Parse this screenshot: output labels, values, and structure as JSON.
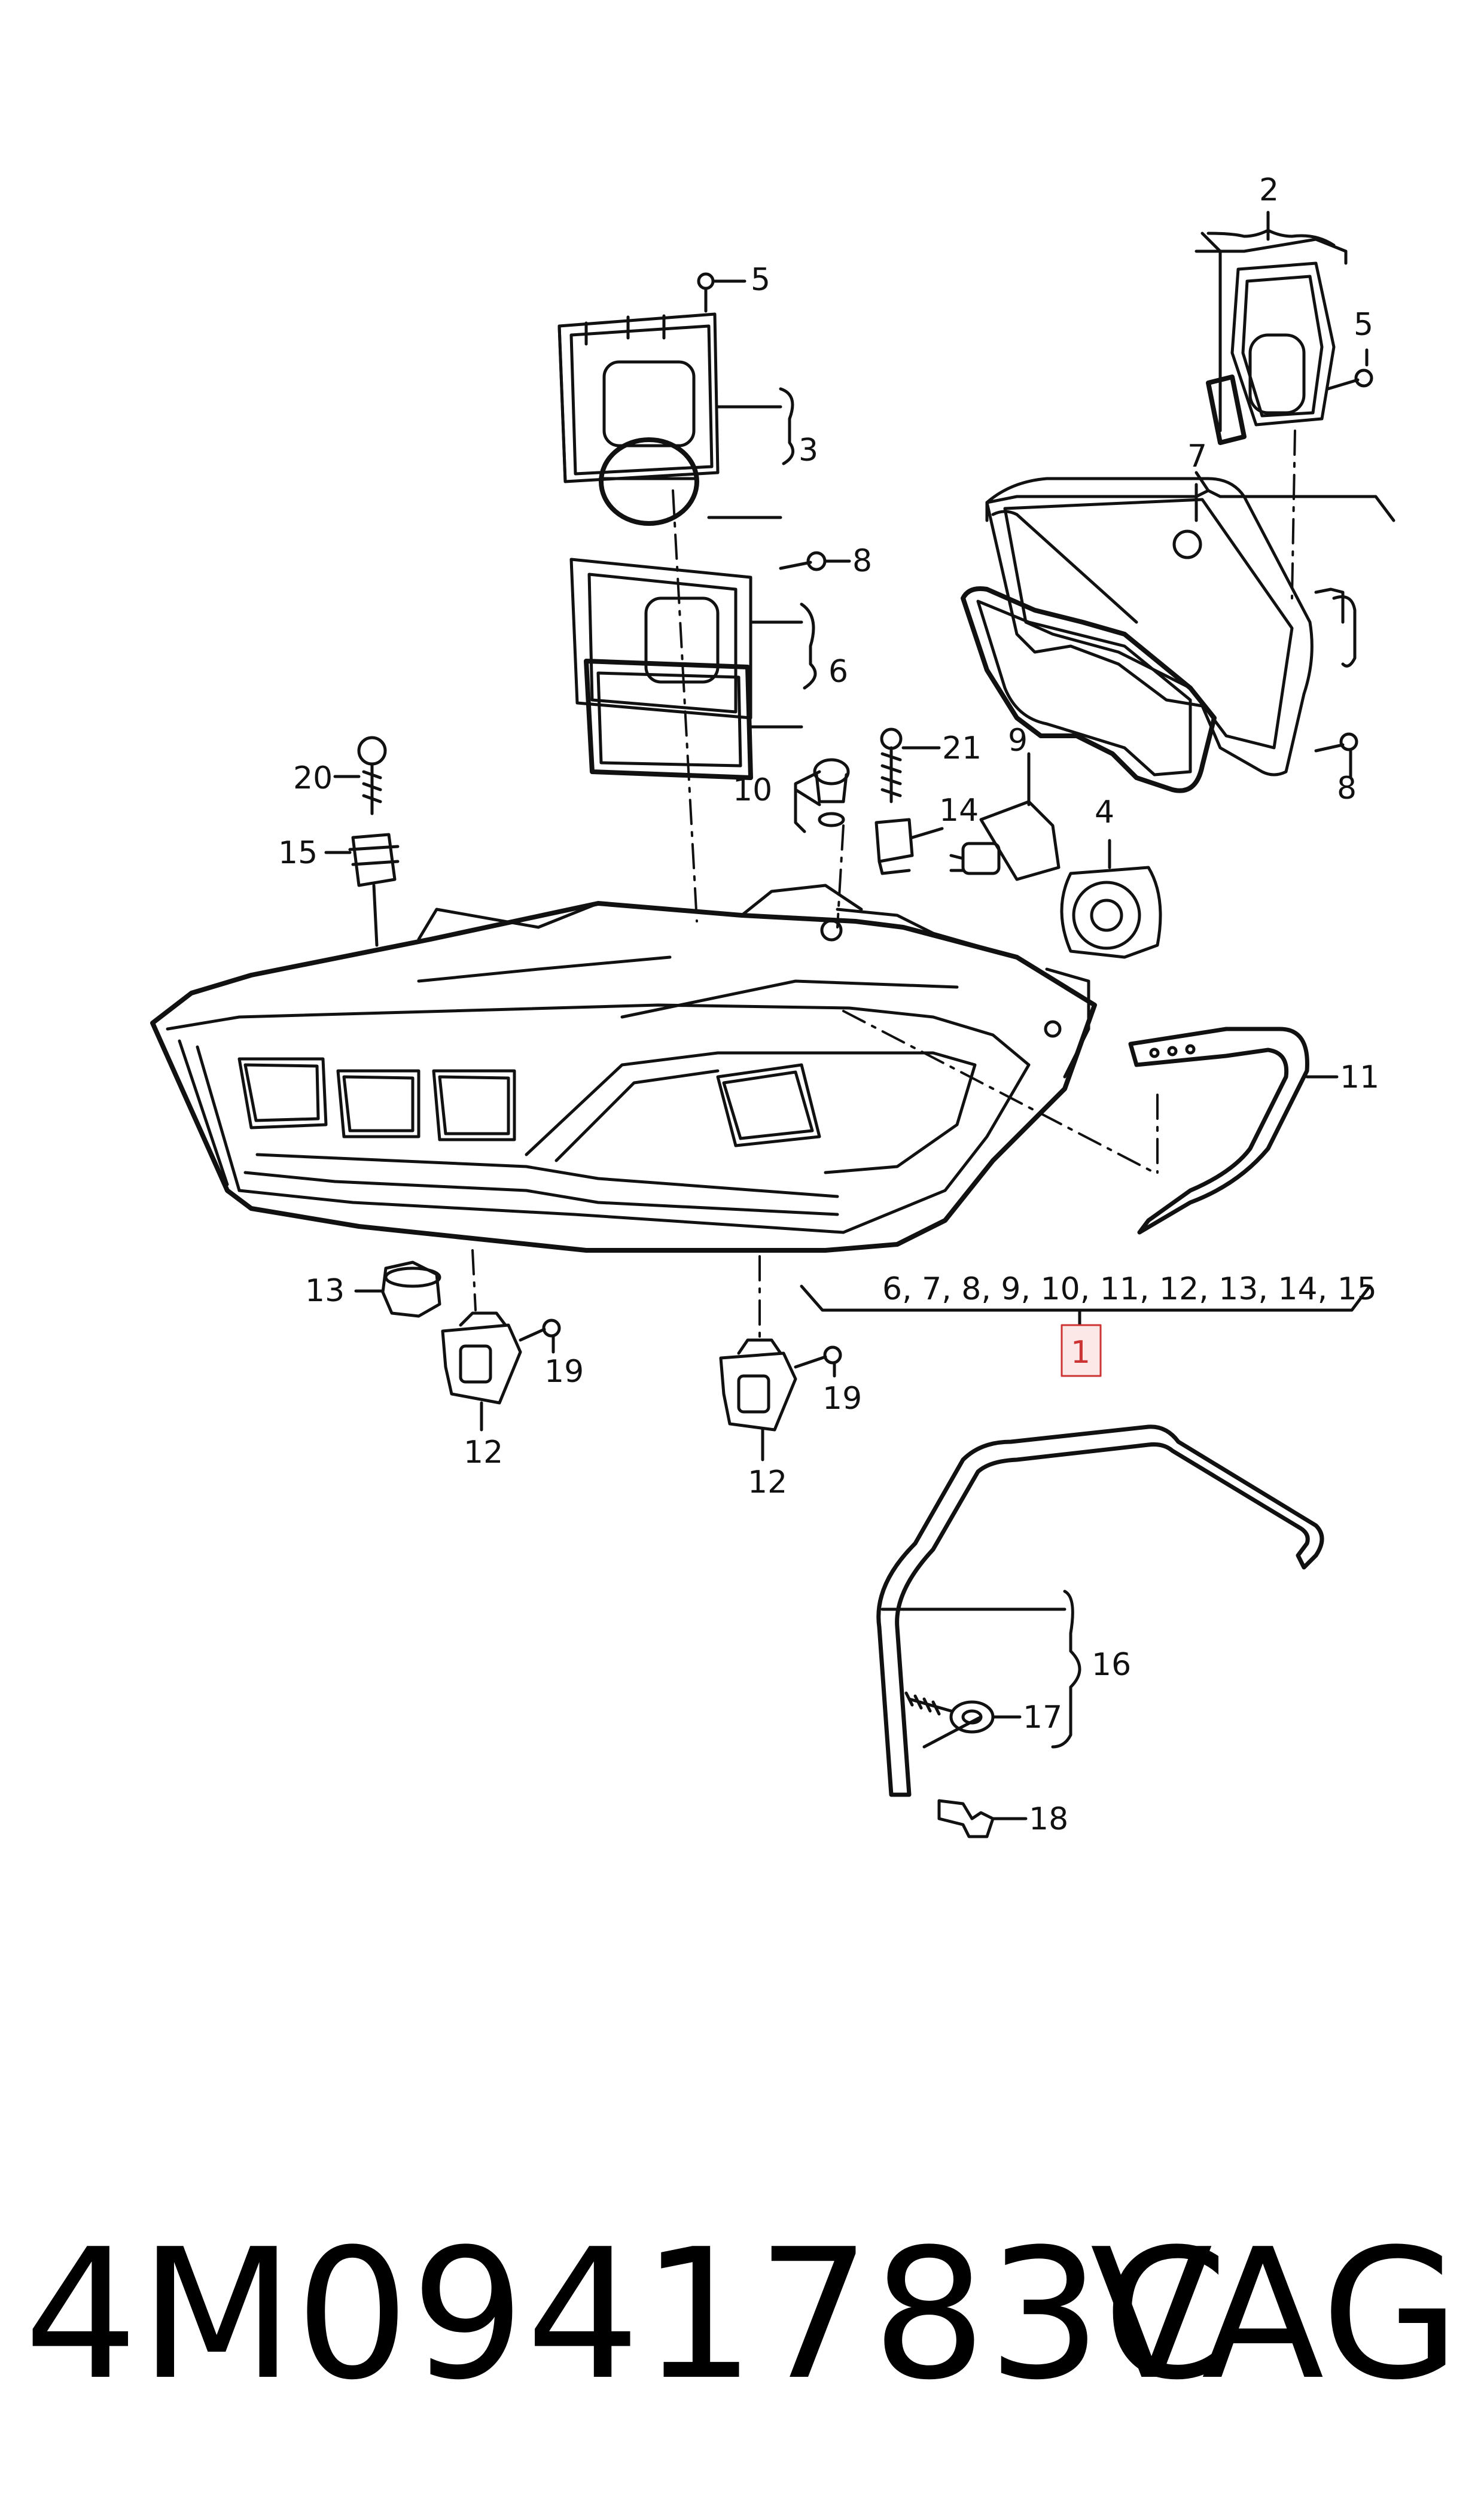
{
  "diagram": {
    "callouts": {
      "c1": "1",
      "c2": "2",
      "c3": "3",
      "c4": "4",
      "c5a": "5",
      "c5b": "5",
      "c6": "6",
      "c7": "7",
      "c8a": "8",
      "c8b": "8",
      "c9": "9",
      "c10": "10",
      "c11": "11",
      "c12a": "12",
      "c12b": "12",
      "c13": "13",
      "c14": "14",
      "c15": "15",
      "c16": "16",
      "c17": "17",
      "c18": "18",
      "c19a": "19",
      "c19b": "19",
      "c20": "20",
      "c21": "21",
      "group": "6, 7, 8, 9, 10, 11, 12, 13, 14, 15"
    },
    "colors": {
      "line": "#111111",
      "highlight": "#cc3333",
      "highlight_fill": "#fde8e8"
    }
  },
  "footer": {
    "part_number": "4M0941783C",
    "brand": "VAG"
  }
}
